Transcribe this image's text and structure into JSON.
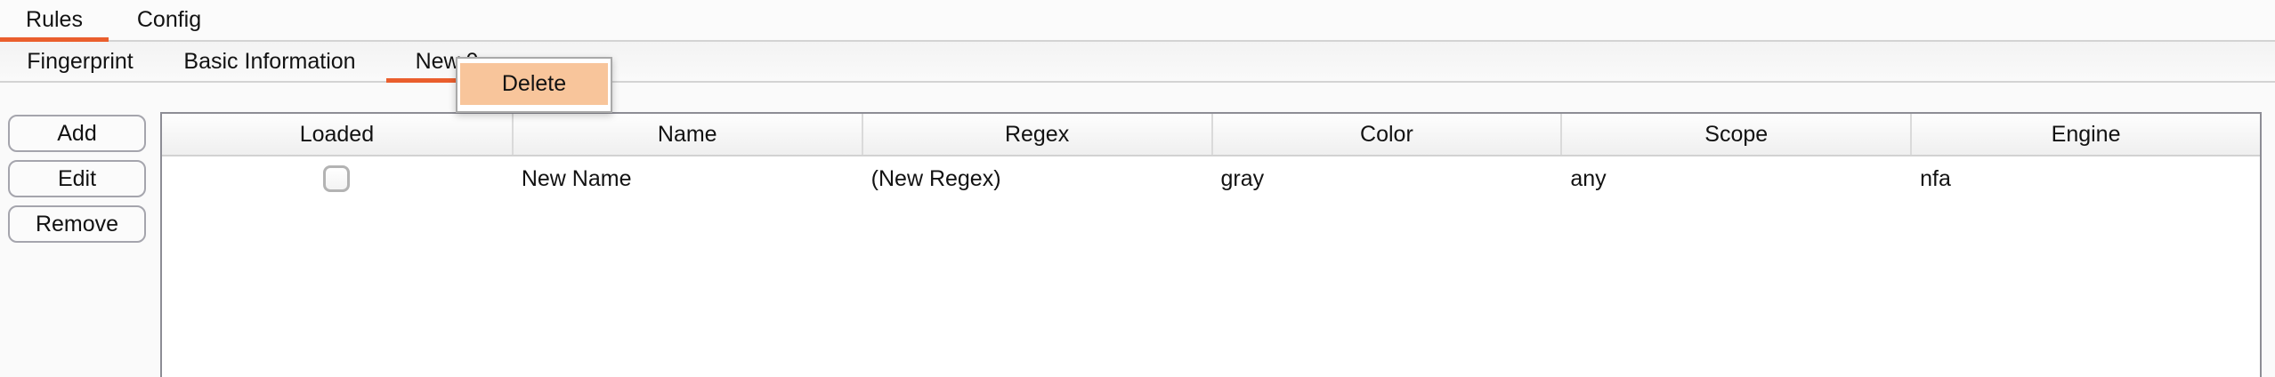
{
  "colors": {
    "accent_orange": "#EA5E2D",
    "menu_highlight": "#F8C59B"
  },
  "primary_tabs": {
    "items": [
      {
        "label": "Rules",
        "active": true
      },
      {
        "label": "Config",
        "active": false
      }
    ]
  },
  "secondary_tabs": {
    "items": [
      {
        "label": "Fingerprint",
        "active": false
      },
      {
        "label": "Basic Information",
        "active": false
      },
      {
        "label": "New 0",
        "active": true
      }
    ]
  },
  "context_menu": {
    "items": [
      {
        "label": "Delete",
        "highlighted": true
      }
    ]
  },
  "sidebar": {
    "buttons": [
      {
        "label": "Add"
      },
      {
        "label": "Edit"
      },
      {
        "label": "Remove"
      }
    ]
  },
  "table": {
    "columns": [
      {
        "label": "Loaded"
      },
      {
        "label": "Name"
      },
      {
        "label": "Regex"
      },
      {
        "label": "Color"
      },
      {
        "label": "Scope"
      },
      {
        "label": "Engine"
      }
    ],
    "rows": [
      {
        "loaded": false,
        "name": "New Name",
        "regex": "(New Regex)",
        "color": "gray",
        "scope": "any",
        "engine": "nfa"
      }
    ]
  }
}
